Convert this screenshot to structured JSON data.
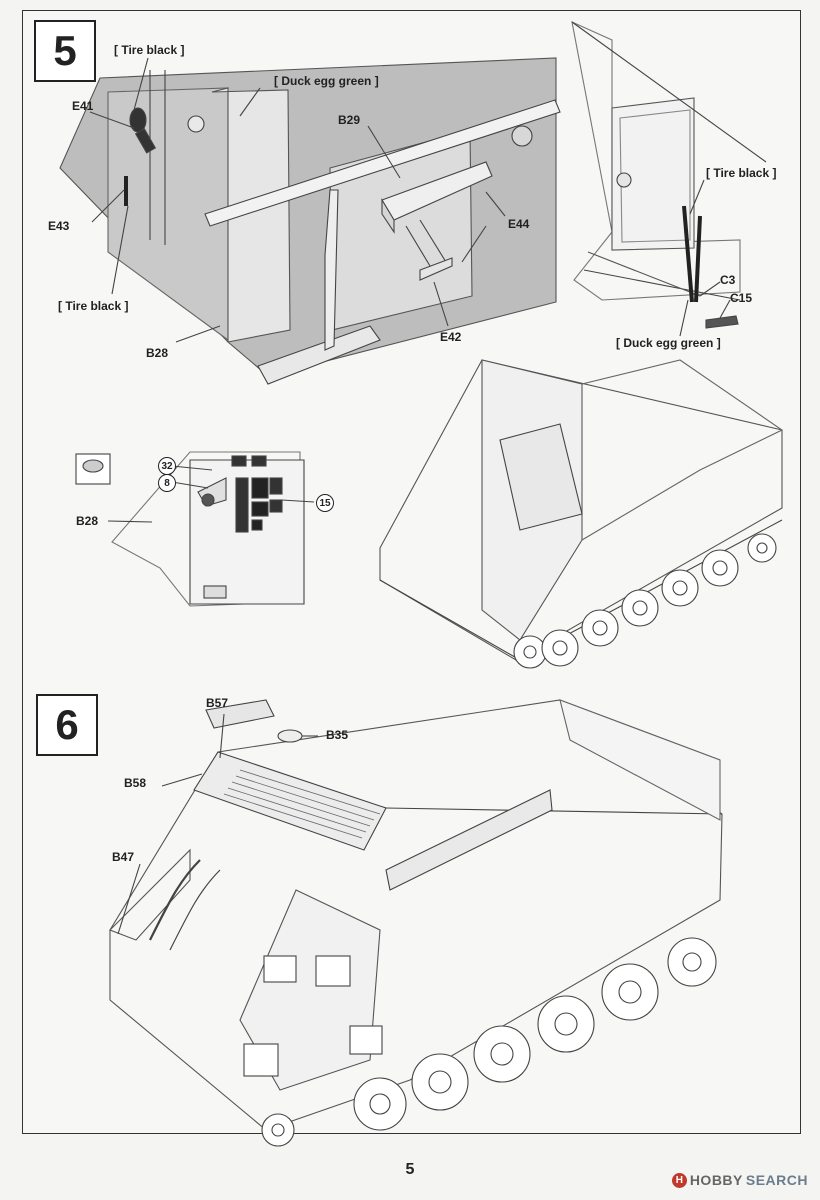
{
  "steps": [
    {
      "number": "5",
      "paint_labels": [
        "[ Tire black ]",
        "[ Duck egg green ]",
        "[ Tire black ]",
        "[ Tire black ]",
        "[ Duck egg green ]"
      ],
      "parts": [
        "E41",
        "E43",
        "B29",
        "E44",
        "E42",
        "B28",
        "C3",
        "C15",
        "B28"
      ],
      "decals": [
        "32",
        "8",
        "15"
      ]
    },
    {
      "number": "6",
      "parts": [
        "B57",
        "B35",
        "B58",
        "B47"
      ]
    }
  ],
  "footer": {
    "page_number": "5",
    "brand_logo": "H",
    "brand_hobby": "HOBBY",
    "brand_search": "SEARCH"
  }
}
